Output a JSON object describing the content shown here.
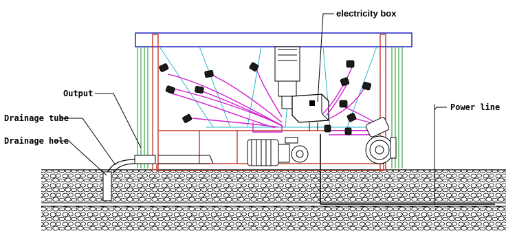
{
  "labels": {
    "electricity_box": "electricity box",
    "output": "Output",
    "drainage_tube": "Drainage tube",
    "drainage_hole": "Drainage hole",
    "power_line": "Power line"
  },
  "colors": {
    "frame_red": "#c0392b",
    "frame_blue": "#2323c8",
    "side_green": "#1fa02a",
    "cyan_lines": "#26b7c7",
    "pipe_magenta": "#d11ed1",
    "ground_line": "#000000"
  }
}
